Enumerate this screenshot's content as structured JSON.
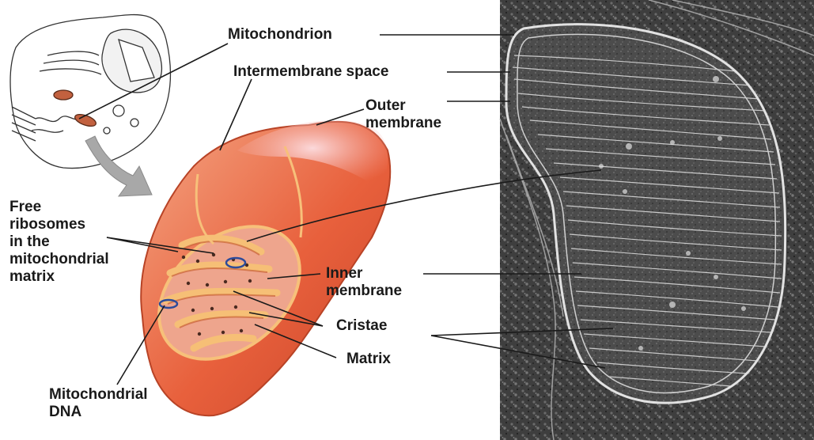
{
  "labels": {
    "mitochondrion": "Mitochondrion",
    "intermembrane_space": "Intermembrane space",
    "outer_membrane": "Outer\nmembrane",
    "free_ribosomes": "Free\nribosomes\nin the\nmitochondrial\nmatrix",
    "inner_membrane": "Inner\nmembrane",
    "cristae": "Cristae",
    "matrix": "Matrix",
    "mitochondrial_dna": "Mitochondrial\nDNA"
  },
  "colors": {
    "outer_membrane": "#e8603c",
    "outer_highlight": "#f7c9cf",
    "inner_fold": "#f4b572",
    "matrix_fill": "#e9a08a",
    "micrograph_bg": "#4a4a4a",
    "micrograph_line": "#d8d8d8",
    "leader_line": "#1a1a1a",
    "arrow": "#a8a8a8"
  },
  "icons": {
    "cell_sketch": "cell-sketch-icon",
    "zoom_arrow": "zoom-arrow-icon"
  }
}
